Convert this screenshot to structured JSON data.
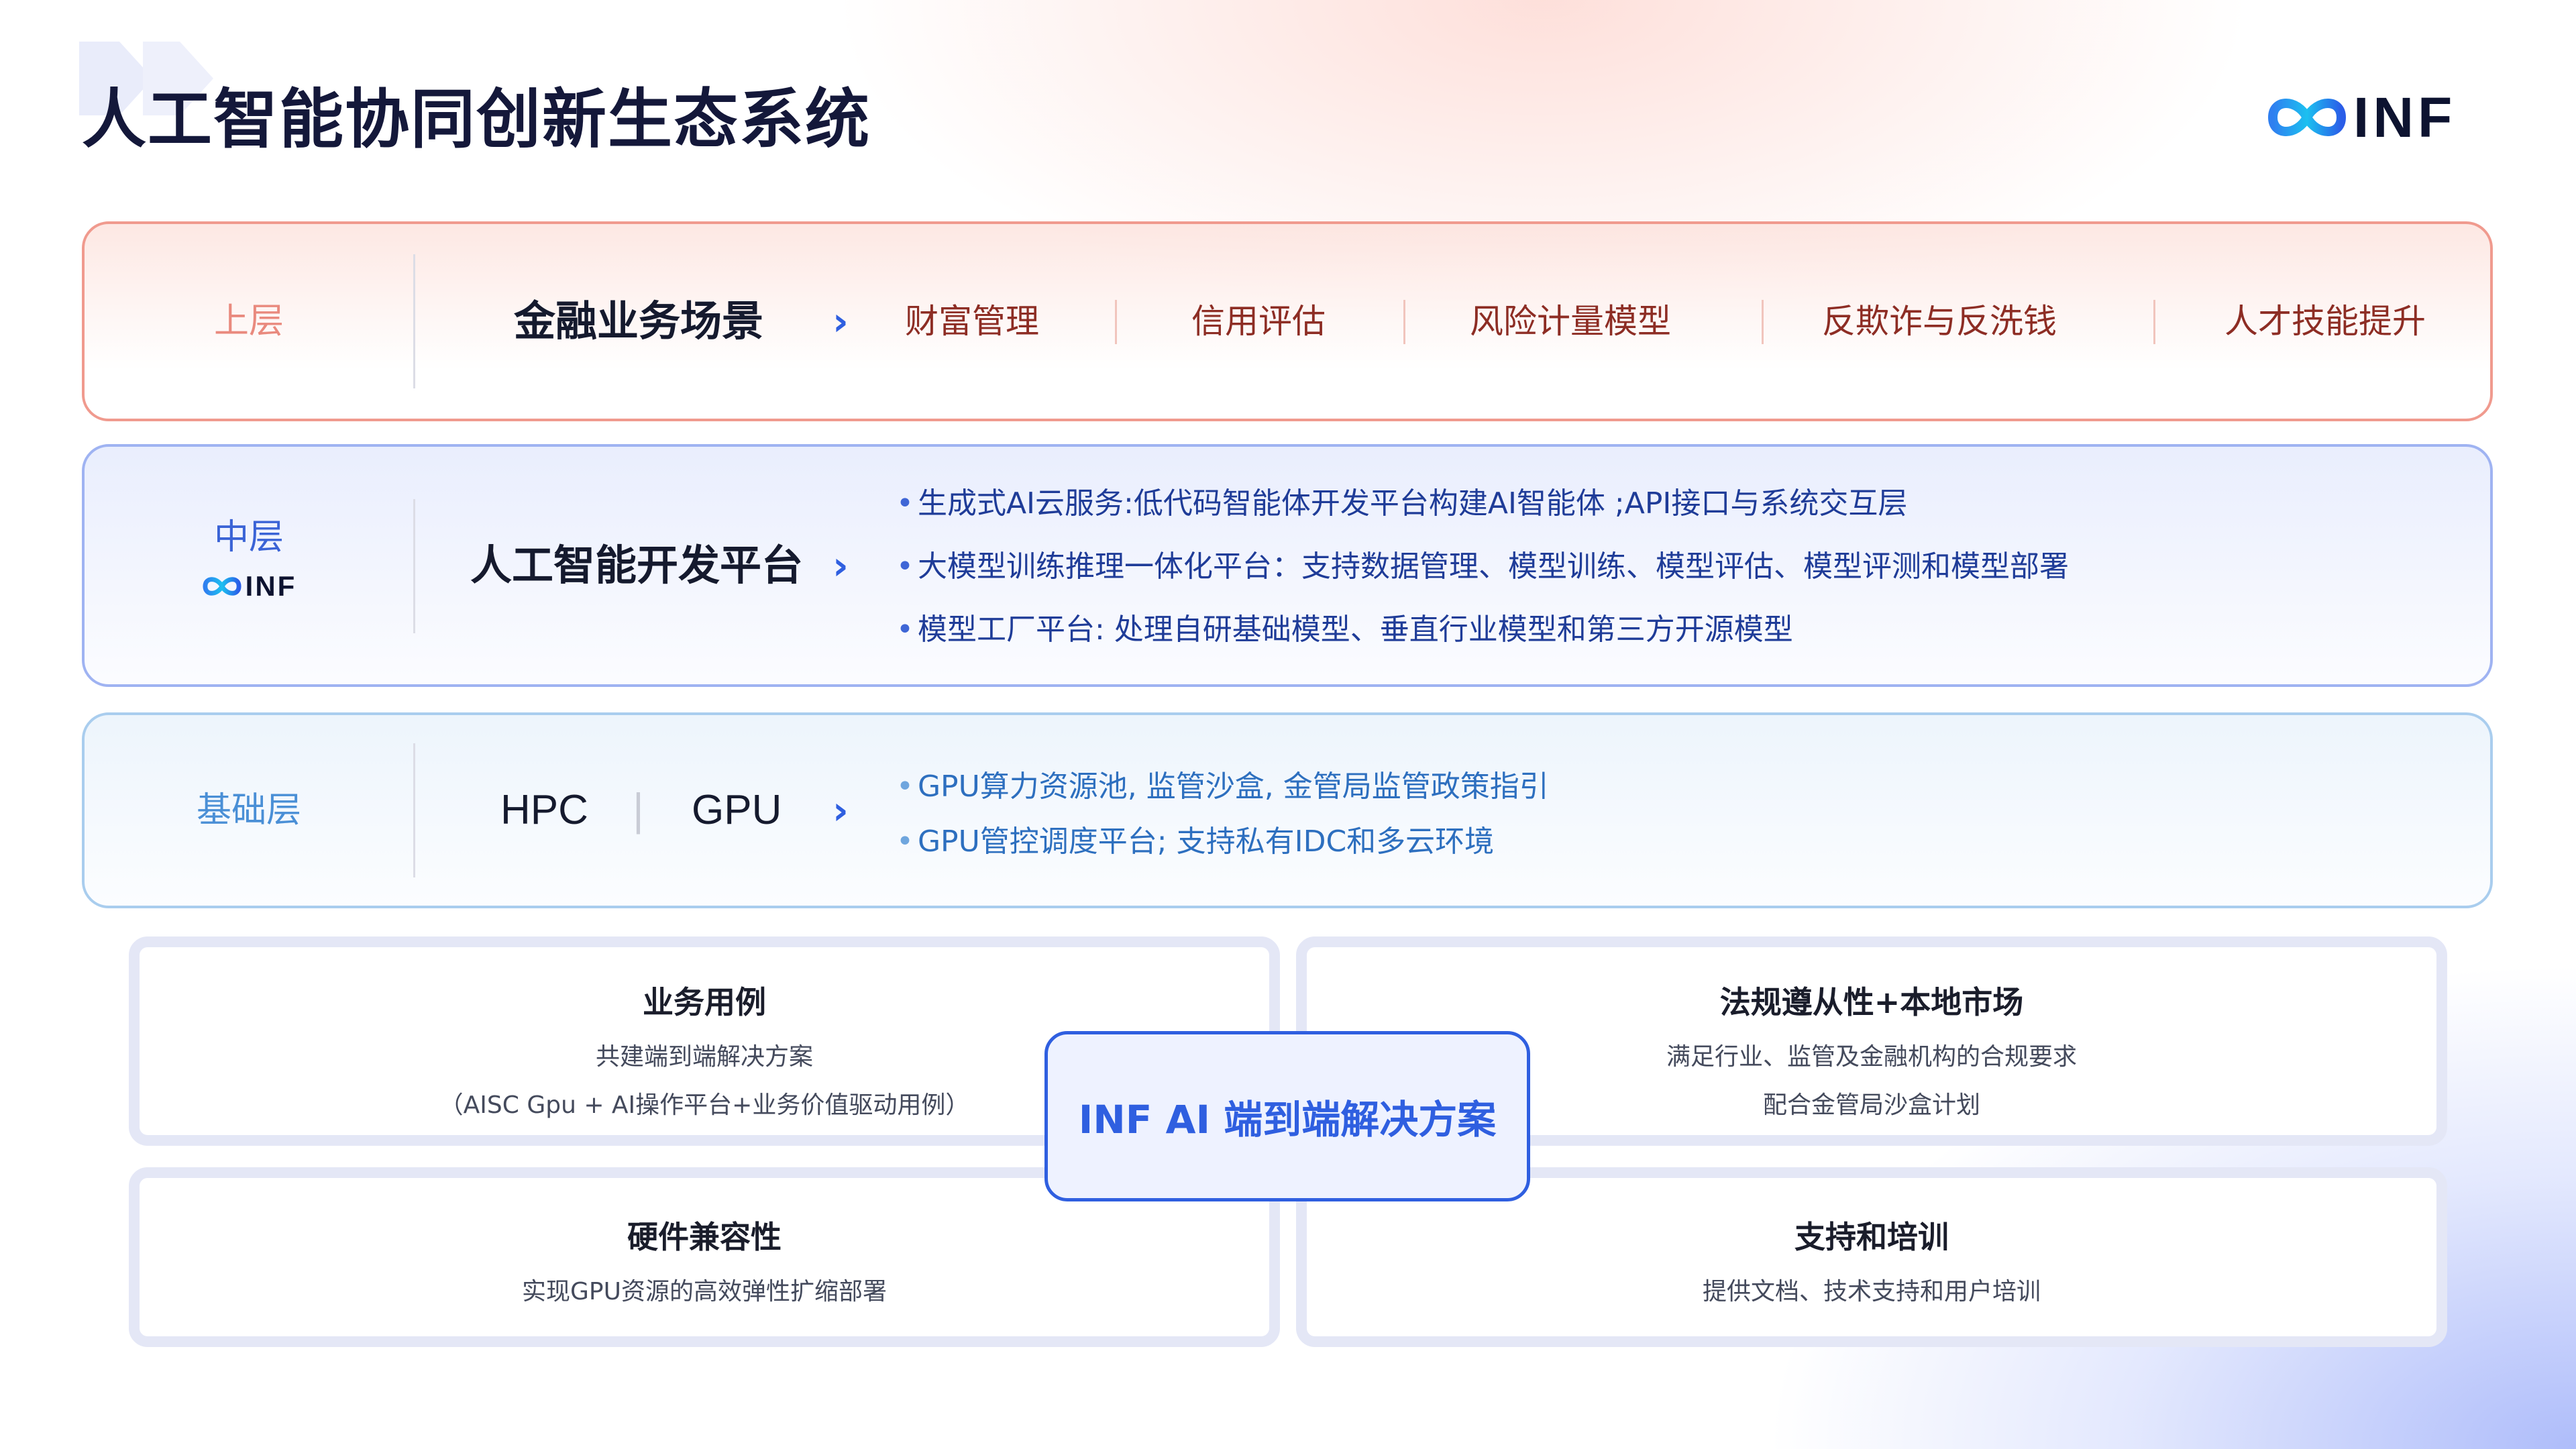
{
  "title": "人工智能协同创新生态系统",
  "brand": {
    "name": "INF",
    "accent": "#2f5fe0"
  },
  "layers": {
    "top": {
      "name": "上层",
      "label": "金融业务场景",
      "items": [
        "财富管理",
        "信用评估",
        "风险计量模型",
        "反欺诈与反洗钱",
        "人才技能提升"
      ]
    },
    "middle": {
      "name": "中层",
      "logo_text": "INF",
      "label": "人工智能开发平台",
      "bullets": [
        "生成式AI云服务:低代码智能体开发平台构建AI智能体 ;API接口与系统交互层",
        "大模型训练推理一体化平台：支持数据管理、模型训练、模型评估、模型评测和模型部署",
        "模型工厂平台: 处理自研基础模型、垂直行业模型和第三方开源模型"
      ]
    },
    "base": {
      "name": "基础层",
      "label_left": "HPC",
      "label_sep": "|",
      "label_right": "GPU",
      "bullets": [
        "GPU算力资源池, 监管沙盒, 金管局监管政策指引",
        "GPU管控调度平台; 支持私有IDC和多云环境"
      ]
    }
  },
  "cards": {
    "use_cases": {
      "title": "业务用例",
      "lines": [
        "共建端到端解决方案",
        "（AISC Gpu + AI操作平台+业务价值驱动用例）"
      ]
    },
    "compliance": {
      "title": "法规遵从性+本地市场",
      "lines": [
        "满足行业、监管及金融机构的合规要求",
        "配合金管局沙盒计划"
      ]
    },
    "hardware": {
      "title": "硬件兼容性",
      "lines": [
        "实现GPU资源的高效弹性扩缩部署"
      ]
    },
    "support": {
      "title": "支持和培训",
      "lines": [
        "提供文档、技术支持和用户培训"
      ]
    }
  },
  "center": {
    "label": "INF AI 端到端解决方案"
  },
  "bullet_symbol": "•",
  "chevron_symbol": "›"
}
